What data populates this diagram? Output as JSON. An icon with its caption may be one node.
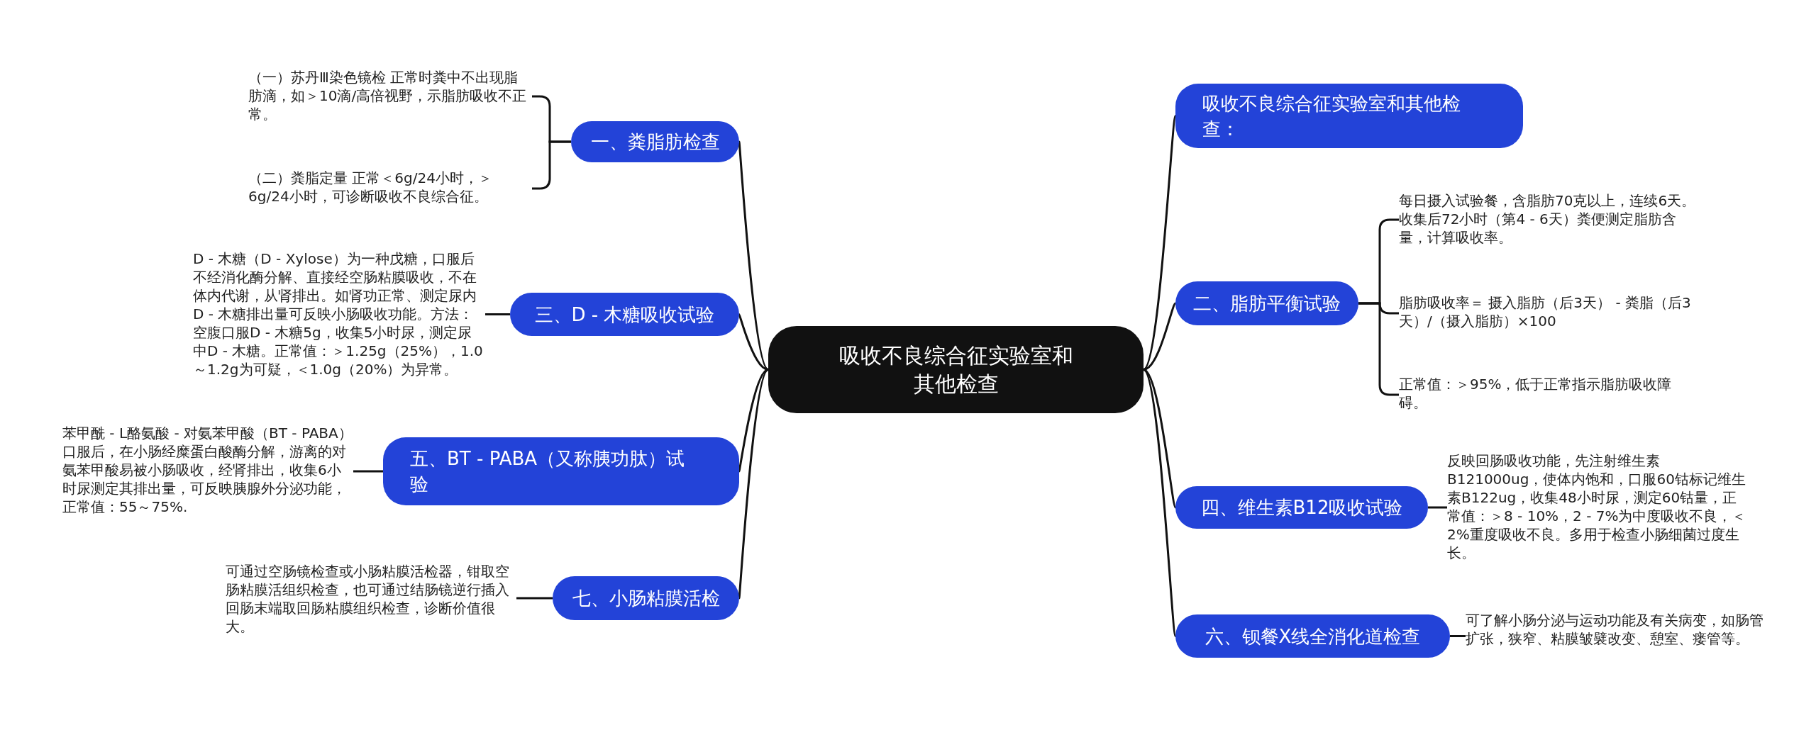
{
  "diagram": {
    "nodes": [
      {
        "text": [
          "吸收不良综合征实验室和其他检查"
        ]
      },
      {
        "text": [
          "吸收不良综合征实验室和其他检查："
        ]
      },
      {
        "text": [
          "一、粪脂肪检查"
        ]
      },
      {
        "text": [
          "（一）苏丹Ⅲ染色镜检 正常时粪中不出现脂肪滴，如＞10滴/高倍视野，示脂肪吸收不正常。"
        ]
      },
      {
        "text": [
          "（二）粪脂定量 正常＜6g/24小时，＞6g/24小时，可诊断吸收不良综合征。"
        ]
      },
      {
        "text": [
          "二、脂肪平衡试验"
        ]
      },
      {
        "text": [
          "每日摄入试验餐，含脂肪70克以上，连续6天。收集后72小时（第4 - 6天）粪便测定脂肪含量，计算吸收率。"
        ]
      },
      {
        "text": [
          "脂肪吸收率＝ 摄入脂肪（后3天） - 粪脂（后3天）/（摄入脂肪）×100"
        ]
      },
      {
        "text": [
          "正常值：＞95%，低于正常指示脂肪吸收障碍。"
        ]
      },
      {
        "text": [
          "三、D - 木糖吸收试验"
        ]
      },
      {
        "text": [
          "D - 木糖（D - Xylose）为一种戊糖，口服后不经消化酶分解、直接经空肠粘膜吸收，不在体内代谢，从肾排出。如肾功正常、测定尿内D - 木糖排出量可反映小肠吸收功能。方法：空腹口服D - 木糖5g，收集5小时尿，测定尿中D - 木糖。正常值：＞1.25g（25%），1.0～1.2g为可疑，＜1.0g（20%）为异常。"
        ]
      },
      {
        "text": [
          "四、维生素B12吸收试验"
        ]
      },
      {
        "text": [
          "反映回肠吸收功能，先注射维生素B121000ug，使体内饱和，口服60钴标记维生素B122ug，收集48小时尿，测定60钴量，正常值：＞8 - 10%，2 - 7%为中度吸收不良，＜2%重度吸收不良。多用于检查小肠细菌过度生长。"
        ]
      },
      {
        "text": [
          "五、BT - PABA（又称胰功肽）试验"
        ]
      },
      {
        "text": [
          "苯甲酰 - L酪氨酸 - 对氨苯甲酸（BT - PABA）口服后，在小肠经糜蛋白酸酶分解，游离的对氨苯甲酸易被小肠吸收，经肾排出，收集6小时尿测定其排出量，可反映胰腺外分泌功能，正常值：55～75%."
        ]
      },
      {
        "text": [
          "六、钡餐X线全消化道检查"
        ]
      },
      {
        "text": [
          "可了解小肠分泌与运动功能及有关病变，如肠管扩张，狭窄、粘膜皱襞改变、憩室、瘘管等。"
        ]
      },
      {
        "text": [
          "七、小肠粘膜活检"
        ]
      },
      {
        "text": [
          "可通过空肠镜检查或小肠粘膜活检器，钳取空肠粘膜活组织检查，也可通过结肠镜逆行插入回肠末端取回肠粘膜组织检查，诊断价值很大。"
        ]
      }
    ],
    "edges": [
      {
        "from": 0,
        "to": 1,
        "arrow": "none"
      },
      {
        "from": 0,
        "to": 2,
        "arrow": "none"
      },
      {
        "from": 2,
        "to": 3,
        "arrow": "none"
      },
      {
        "from": 2,
        "to": 4,
        "arrow": "none"
      },
      {
        "from": 0,
        "to": 5,
        "arrow": "none"
      },
      {
        "from": 5,
        "to": 6,
        "arrow": "none"
      },
      {
        "from": 5,
        "to": 7,
        "arrow": "none"
      },
      {
        "from": 5,
        "to": 8,
        "arrow": "none"
      },
      {
        "from": 0,
        "to": 9,
        "arrow": "none"
      },
      {
        "from": 9,
        "to": 10,
        "arrow": "none"
      },
      {
        "from": 0,
        "to": 11,
        "arrow": "none"
      },
      {
        "from": 11,
        "to": 12,
        "arrow": "none"
      },
      {
        "from": 0,
        "to": 13,
        "arrow": "none"
      },
      {
        "from": 13,
        "to": 14,
        "arrow": "none"
      },
      {
        "from": 0,
        "to": 15,
        "arrow": "none"
      },
      {
        "from": 15,
        "to": 16,
        "arrow": "none"
      },
      {
        "from": 0,
        "to": 17,
        "arrow": "none"
      },
      {
        "from": 17,
        "to": 18,
        "arrow": "none"
      }
    ]
  }
}
